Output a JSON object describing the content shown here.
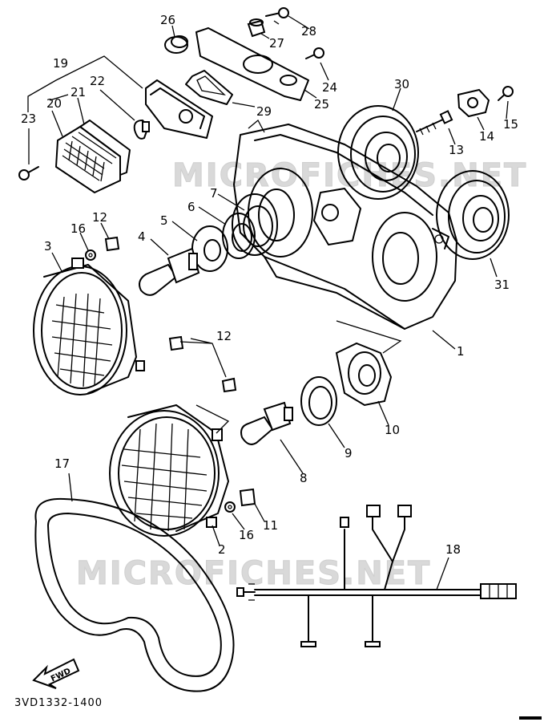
{
  "diagram": {
    "part_code": "3VD1332-1400",
    "direction_label": "FWD",
    "watermark_top": "MICROFICHES.NET",
    "watermark_bottom": "MICROFICHES.NET",
    "callouts": {
      "p1": "1",
      "p2": "2",
      "p3": "3",
      "p4": "4",
      "p5": "5",
      "p6": "6",
      "p7": "7",
      "p8": "8",
      "p9": "9",
      "p10": "10",
      "p11": "11",
      "p12a": "12",
      "p12b": "12",
      "p13": "13",
      "p14": "14",
      "p15": "15",
      "p16a": "16",
      "p16b": "16",
      "p17": "17",
      "p18": "18",
      "p19": "19",
      "p20": "20",
      "p21": "21",
      "p22": "22",
      "p23": "23",
      "p24": "24",
      "p25": "25",
      "p26": "26",
      "p27": "27",
      "p28": "28",
      "p29": "29",
      "p30": "30",
      "p31": "31"
    }
  }
}
